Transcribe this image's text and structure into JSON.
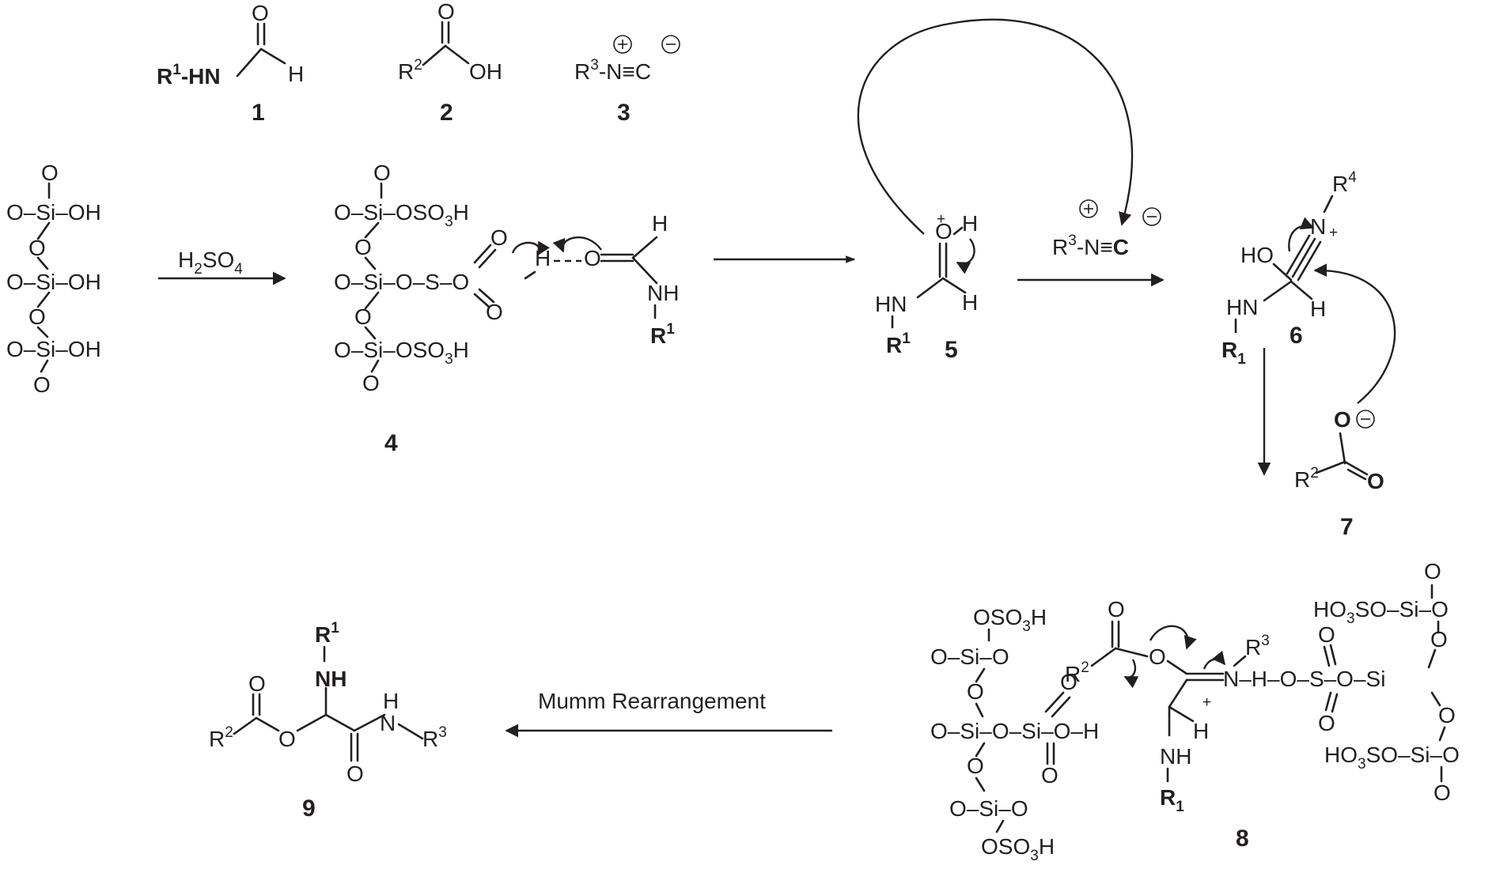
{
  "labels": {
    "c1": "1",
    "c2": "2",
    "c3": "3",
    "c4": "4",
    "c5": "5",
    "c6": "6",
    "c7": "7",
    "c8": "8",
    "c9": "9"
  },
  "reagents": {
    "h2so4": "H2SO4",
    "isocyanide": "R3-N≡C"
  },
  "arrow_labels": {
    "mumm": "Mumm Rearrangement"
  },
  "groups": {
    "r1": "R",
    "r2": "R",
    "r3": "R",
    "r4": "R",
    "oso3h": "OSO3H",
    "ho3so": "HO3SO"
  },
  "atoms": {
    "si": "Si",
    "o": "O",
    "oh": "OH",
    "h": "H",
    "hn": "HN",
    "nh": "NH",
    "n": "N",
    "c": "C",
    "s": "S",
    "ho": "HO"
  },
  "charges": {
    "plus": "+",
    "minus": "−"
  }
}
